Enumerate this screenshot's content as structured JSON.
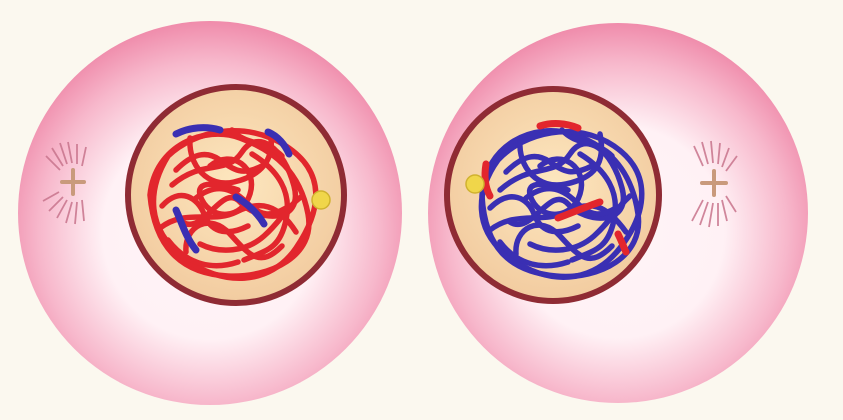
{
  "figure": {
    "colors": {
      "background": "#fbf8ef",
      "cytoplasm_center": "#fff2f5",
      "cytoplasm_edge": "#ea6e95",
      "nucleus_fill": "#f7d6a8",
      "nuclear_envelope": "#8f2b34",
      "red_chromatin": "#e2262d",
      "blue_chromatin": "#3a2fb3",
      "nucleolus": "#f0d64a",
      "centrosome": "#c99a7c"
    },
    "cells": [
      {
        "dominant_chromatin": "red",
        "accent_chromatin": "blue",
        "centrosome_side": "left"
      },
      {
        "dominant_chromatin": "blue",
        "accent_chromatin": "red",
        "centrosome_side": "right"
      }
    ]
  }
}
